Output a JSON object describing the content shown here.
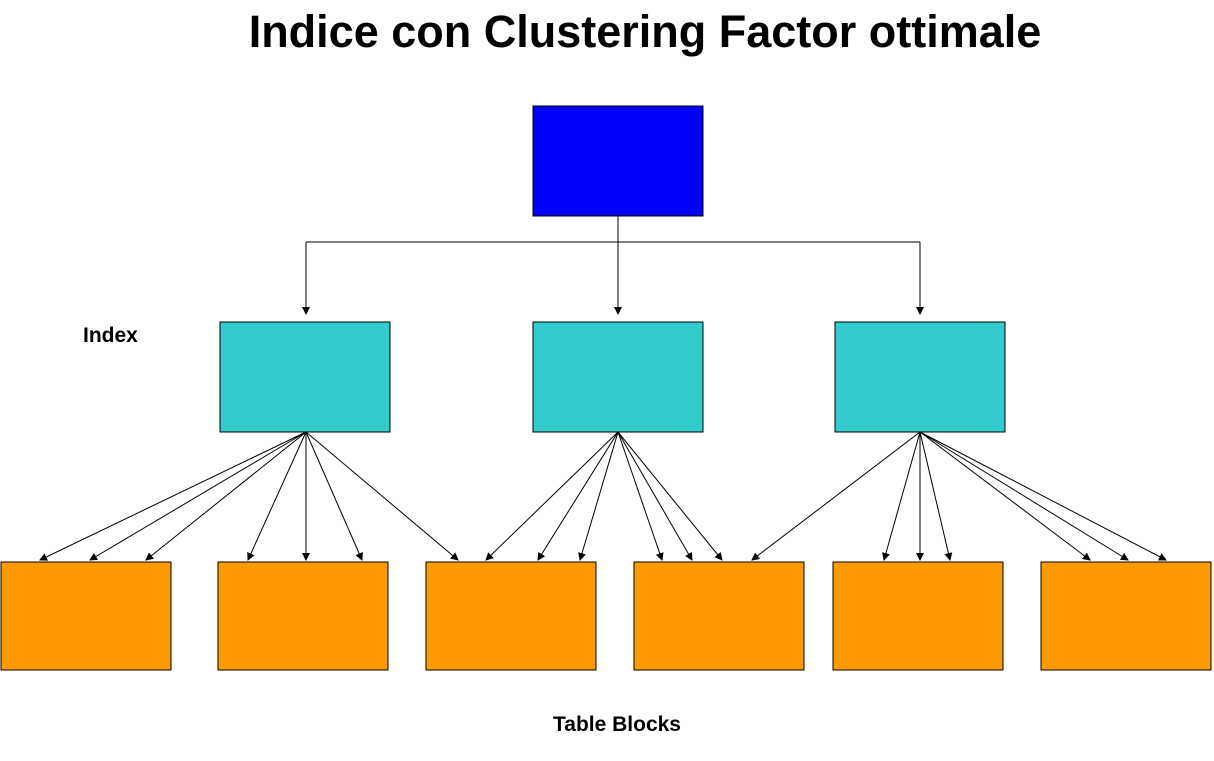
{
  "title": "Indice con Clustering Factor ottimale",
  "labels": {
    "index": "Index",
    "table_blocks": "Table Blocks"
  },
  "colors": {
    "root": "#0000ff",
    "index_block": "#33cccc",
    "table_block": "#ff9900",
    "stroke": "#000000"
  },
  "structure": {
    "root_count": 1,
    "index_block_count": 3,
    "table_block_count": 6
  }
}
